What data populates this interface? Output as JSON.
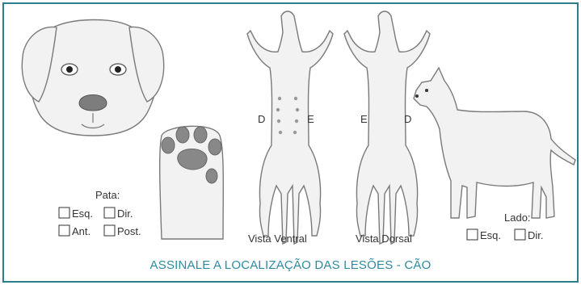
{
  "paw": {
    "title": "Pata:",
    "opt_left": "Esq.",
    "opt_right": "Dir.",
    "opt_front": "Ant.",
    "opt_back": "Post."
  },
  "ventral": {
    "left_mark": "D",
    "right_mark": "E",
    "caption": "Vista Ventral"
  },
  "dorsal": {
    "left_mark": "E",
    "right_mark": "D",
    "caption": "Vista Dorsal"
  },
  "side": {
    "title": "Lado:",
    "opt_left": "Esq.",
    "opt_right": "Dir."
  },
  "footer": {
    "text": "ASSINALE A LOCALIZAÇÃO DAS LESÕES - CÃO"
  },
  "colors": {
    "accent": "#2e8aa0",
    "border": "#2e7d8c",
    "outline": "#7a7a7a",
    "fill": "#f2f2f2",
    "pad": "#888888"
  }
}
